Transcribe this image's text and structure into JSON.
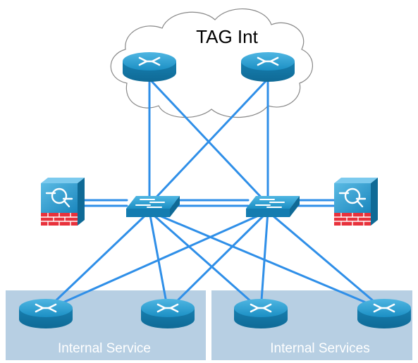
{
  "cloud": {
    "label": "TAG Int"
  },
  "zones": [
    {
      "label": "Internal Service"
    },
    {
      "label": "Internal Services"
    }
  ],
  "devices": {
    "cloud_routers": [
      "router",
      "router"
    ],
    "switches": [
      "switch",
      "switch"
    ],
    "firewalls": [
      "firewall",
      "firewall"
    ],
    "access_routers": [
      "router",
      "router",
      "router",
      "router"
    ]
  },
  "colors": {
    "link": "#2f8fe8",
    "device_blue": "#1b8fc4",
    "firewall_red": "#e8323c",
    "zone_fill": "#b7cfe3",
    "zone_text": "#ffffff"
  }
}
